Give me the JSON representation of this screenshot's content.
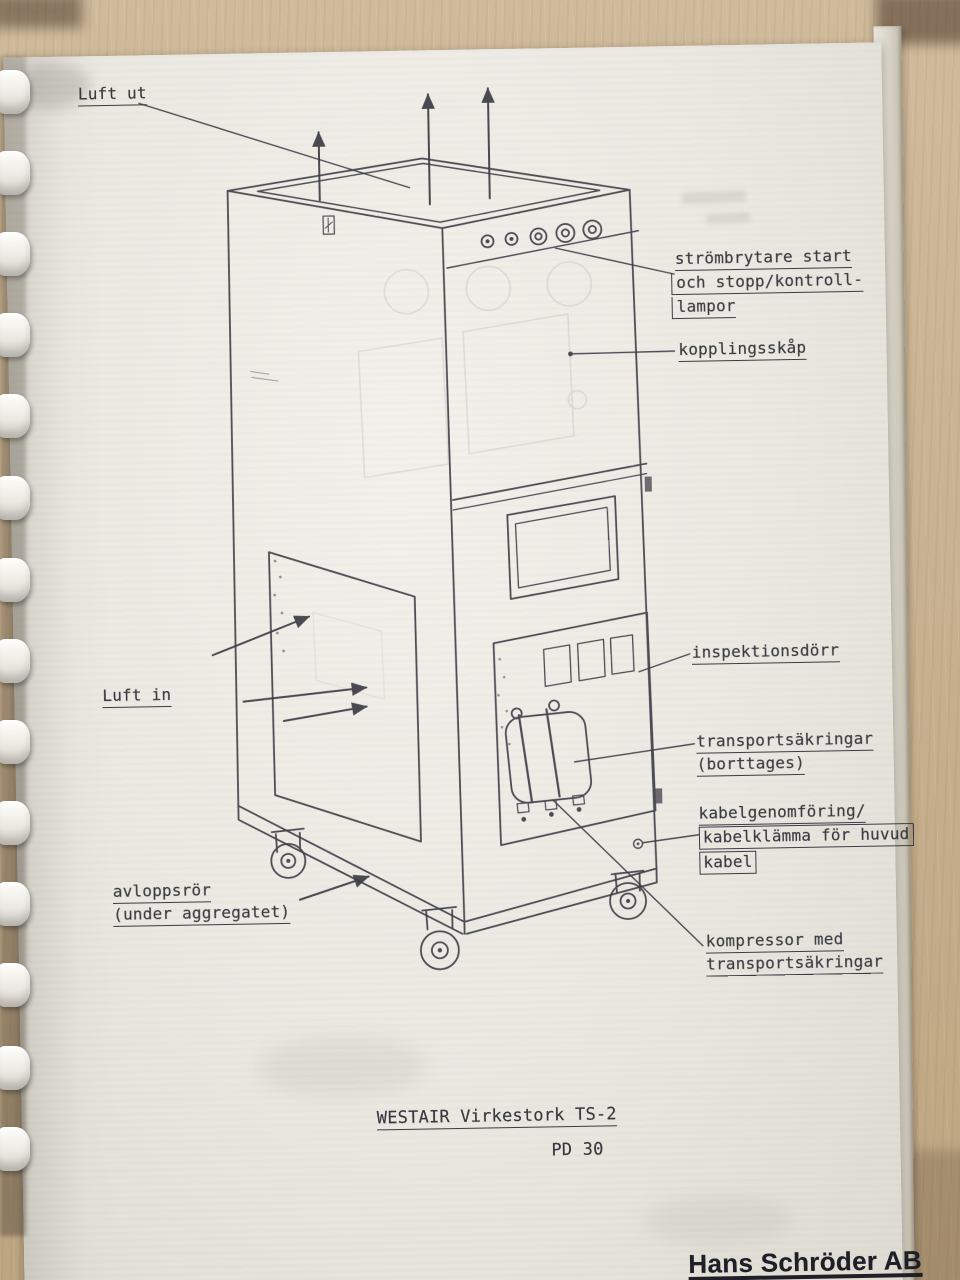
{
  "document": {
    "title": "WESTAIR Virkestork TS-2",
    "page_number": "PD 30",
    "brand": "Hans Schröder AB"
  },
  "labels": {
    "luft_ut": "Luft ut",
    "luft_in": "Luft in",
    "strombrytare_line1": "strömbrytare start",
    "strombrytare_line2": "och stopp/kontroll-",
    "strombrytare_line3": "lampor",
    "kopplingsskap": "kopplingsskåp",
    "inspektionsdorr": "inspektionsdörr",
    "transportsakringar_line1": "transportsäkringar",
    "transportsakringar_line2": "(borttages)",
    "kabel_line1": "kabelgenomföring/",
    "kabel_line2": "kabelklämma för huvud",
    "kabel_line3": "kabel",
    "kompressor_line1": "kompressor med",
    "kompressor_line2": "transportsäkringar",
    "avloppsror_line1": "avloppsrör",
    "avloppsror_line2": "(under aggregatet)"
  },
  "colors": {
    "ink": "#3b3b44",
    "paper": "#edebe4",
    "wood": "#c9b394"
  }
}
